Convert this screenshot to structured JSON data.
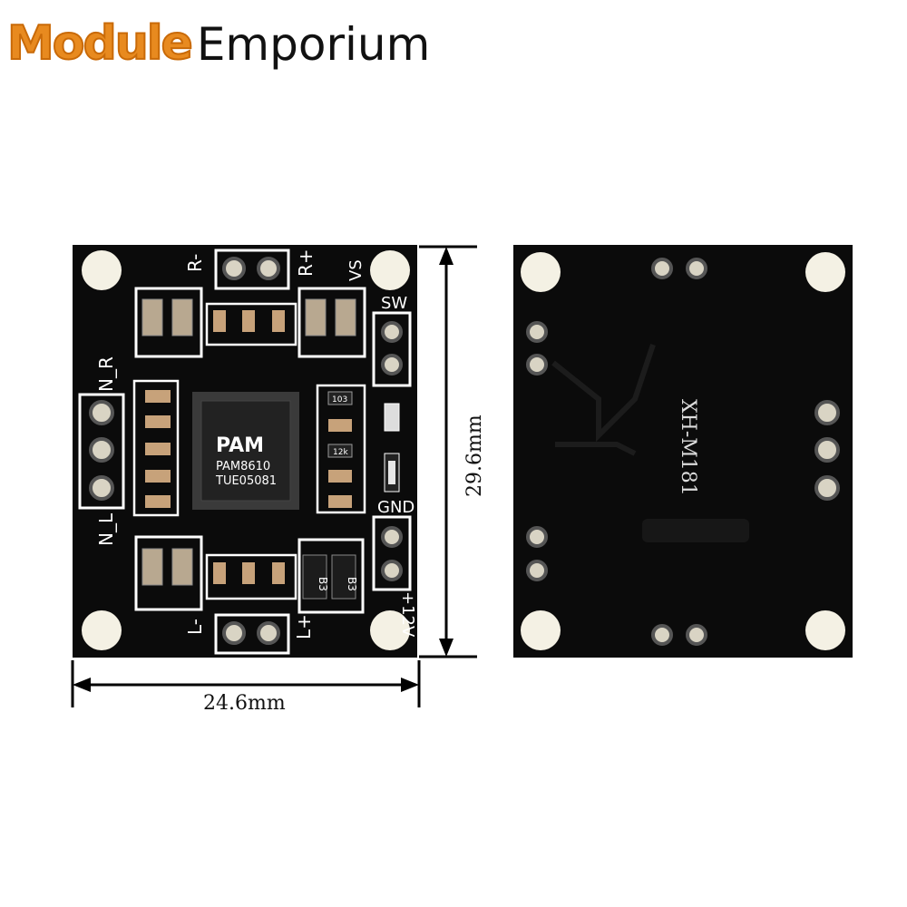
{
  "brand": {
    "part1": "Module",
    "part2": "Emporium"
  },
  "front_board": {
    "chip_brand": "PAM",
    "chip_model": "PAM8610",
    "chip_code": "TUE05081",
    "labels": {
      "r_minus": "R-",
      "r_plus": "R+",
      "vs": "VS",
      "sw": "SW",
      "n_r": "N_R",
      "n_l": "N_L",
      "gnd": "GND",
      "plus12v": "+12V",
      "l_minus": "L-",
      "l_plus": "L+",
      "res1": "103",
      "res2": "12k",
      "diode1": "B3",
      "diode2": "B3"
    }
  },
  "back_board": {
    "marking": "XH-M181"
  },
  "dimensions": {
    "width": "24.6mm",
    "height": "29.6mm"
  }
}
